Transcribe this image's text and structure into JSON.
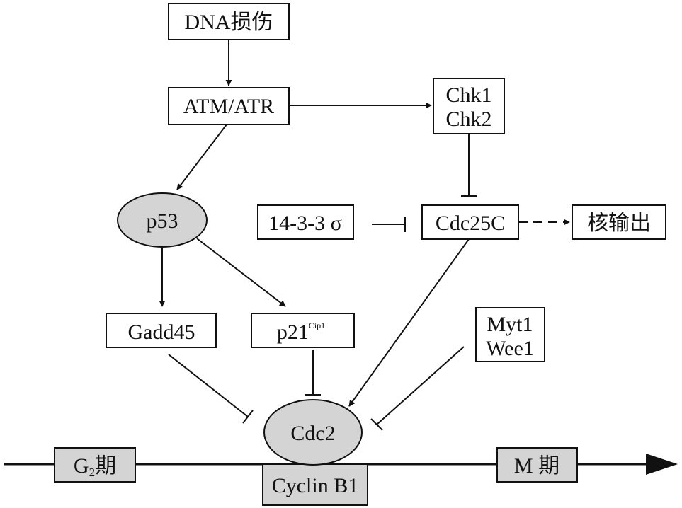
{
  "nodes": {
    "dna_damage": "DNA损伤",
    "atm_atr": "ATM/ATR",
    "chk1": "Chk1",
    "chk2": "Chk2",
    "p53": "p53",
    "sigma_1433": "14-3-3 σ",
    "cdc25c": "Cdc25C",
    "nuclear_export": "核输出",
    "gadd45": "Gadd45",
    "p21": "p21",
    "p21_sup": "Cip1",
    "myt1": "Myt1",
    "wee1": "Wee1",
    "cdc2": "Cdc2",
    "cyclin_b1": "Cyclin B1"
  },
  "timeline": {
    "g2_prefix": "G",
    "g2_sub": "2",
    "g2_suffix": "期",
    "m_phase": "M 期"
  },
  "colors": {
    "line": "#111111",
    "box_fill": "#ffffff",
    "shaded_fill": "#d4d4d4"
  }
}
